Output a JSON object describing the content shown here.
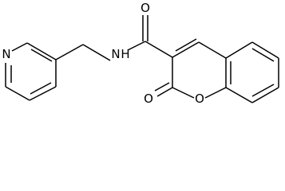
{
  "molecule": {
    "atom_labels": {
      "carbonyl_oxygen": "O",
      "amide_nitrogen": "N",
      "amide_hydrogen": "H",
      "pyridine_nitrogen": "N",
      "lactone_carbonyl_oxygen": "O",
      "ring_oxygen": "O"
    }
  }
}
